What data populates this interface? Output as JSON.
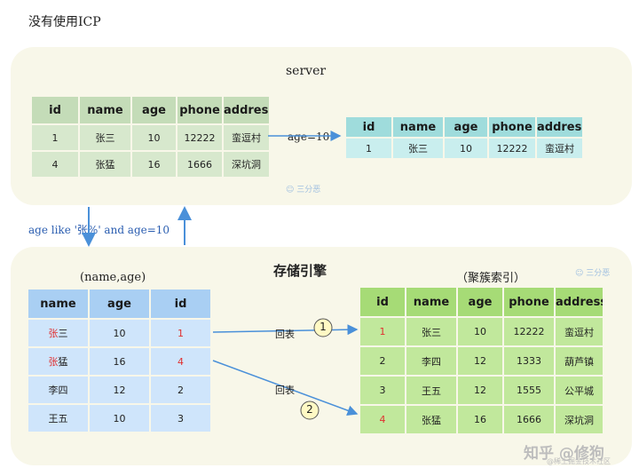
{
  "title": "没有使用ICP",
  "server": {
    "label": "server",
    "table": {
      "headers": [
        "id",
        "name",
        "age",
        "phone",
        "address"
      ],
      "rows": [
        [
          "1",
          "张三",
          "10",
          "12222",
          "蛮逗村"
        ],
        [
          "4",
          "张猛",
          "16",
          "1666",
          "深坑洞"
        ]
      ]
    },
    "filter_label": "age=10",
    "result_table": {
      "headers": [
        "id",
        "name",
        "age",
        "phone",
        "address"
      ],
      "rows": [
        [
          "1",
          "张三",
          "10",
          "12222",
          "蛮逗村"
        ]
      ]
    }
  },
  "query_label": "age like '张%' and age=10",
  "engine": {
    "label": "存储引擎",
    "secondary_index": {
      "caption": "(name,age)",
      "headers": [
        "name",
        "age",
        "id"
      ],
      "rows": [
        [
          "张三",
          "10",
          "1"
        ],
        [
          "张猛",
          "16",
          "4"
        ],
        [
          "李四",
          "12",
          "2"
        ],
        [
          "王五",
          "10",
          "3"
        ]
      ],
      "highlight_rows": [
        0,
        1
      ]
    },
    "clustered_index": {
      "caption": "（聚簇索引）",
      "headers": [
        "id",
        "name",
        "age",
        "phone",
        "address"
      ],
      "rows": [
        [
          "1",
          "张三",
          "10",
          "12222",
          "蛮逗村"
        ],
        [
          "2",
          "李四",
          "12",
          "1333",
          "葫芦镇"
        ],
        [
          "3",
          "王五",
          "12",
          "1555",
          "公平城"
        ],
        [
          "4",
          "张猛",
          "16",
          "1666",
          "深坑洞"
        ]
      ],
      "highlight_rows": [
        0,
        3
      ]
    },
    "lookup_1": {
      "label": "回表",
      "step": "1"
    },
    "lookup_2": {
      "label": "回表",
      "step": "2"
    }
  },
  "watermarks": {
    "small": "三分恶",
    "brand": "知乎 @修狗",
    "sub": "@稀土掘金技术社区"
  },
  "colors": {
    "panel": "#f8f7e9",
    "arrow": "#4a90d9",
    "highlight": "#e03030",
    "server_table": "#d7e8cd",
    "result_table": "#c9eeee",
    "secondary_index": "#cfe5fb",
    "clustered_index": "#c1e89c"
  }
}
